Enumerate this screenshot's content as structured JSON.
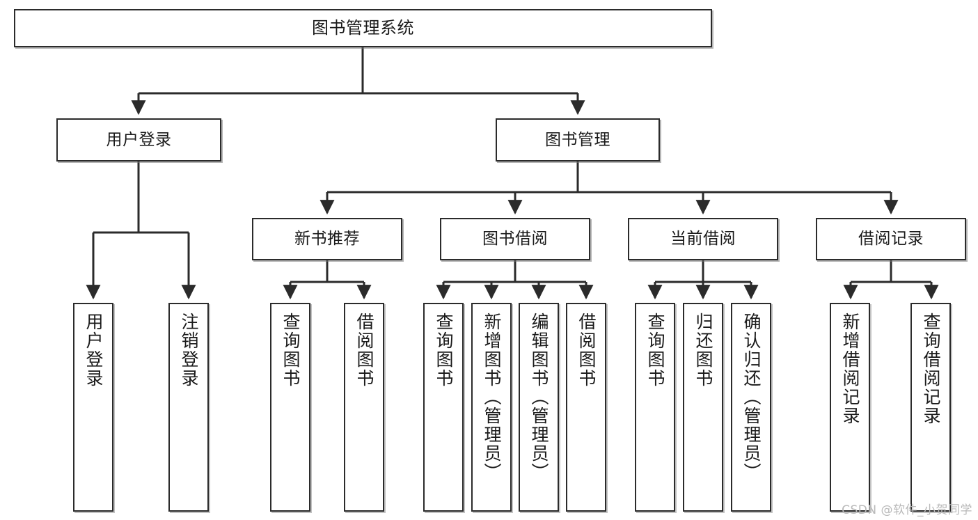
{
  "diagram": {
    "title": "图书管理系统",
    "type": "tree-hierarchy-chart",
    "line_color": "#2b2b2b",
    "box_fill": "#ffffff",
    "text_color": "#1a1a1a",
    "watermark": "CSDN @软件_小贺同学",
    "nodes": {
      "root": {
        "label": "图书管理系统"
      },
      "level2": [
        {
          "id": "user-login",
          "label": "用户登录"
        },
        {
          "id": "book-manage",
          "label": "图书管理"
        }
      ],
      "level3": [
        {
          "id": "new-book-recommend",
          "label": "新书推荐"
        },
        {
          "id": "book-borrow",
          "label": "图书借阅"
        },
        {
          "id": "current-borrow",
          "label": "当前借阅"
        },
        {
          "id": "borrow-record",
          "label": "借阅记录"
        }
      ],
      "leaves": {
        "user-login": [
          {
            "id": "leaf-user-login",
            "label": "用户登录"
          },
          {
            "id": "leaf-logout-login",
            "label": "注销登录"
          }
        ],
        "new-book-recommend": [
          {
            "id": "leaf-query-book-1",
            "label": "查询图书"
          },
          {
            "id": "leaf-borrow-book-1",
            "label": "借阅图书"
          }
        ],
        "book-borrow": [
          {
            "id": "leaf-query-book-2",
            "label": "查询图书"
          },
          {
            "id": "leaf-add-book",
            "label": "新增图书（管理员）"
          },
          {
            "id": "leaf-edit-book",
            "label": "编辑图书（管理员）"
          },
          {
            "id": "leaf-borrow-book-2",
            "label": "借阅图书"
          }
        ],
        "current-borrow": [
          {
            "id": "leaf-query-book-3",
            "label": "查询图书"
          },
          {
            "id": "leaf-return-book",
            "label": "归还图书"
          },
          {
            "id": "leaf-confirm-return",
            "label": "确认归还（管理员）"
          }
        ],
        "borrow-record": [
          {
            "id": "leaf-add-record",
            "label": "新增借阅记录"
          },
          {
            "id": "leaf-query-record",
            "label": "查询借阅记录"
          }
        ]
      }
    }
  }
}
